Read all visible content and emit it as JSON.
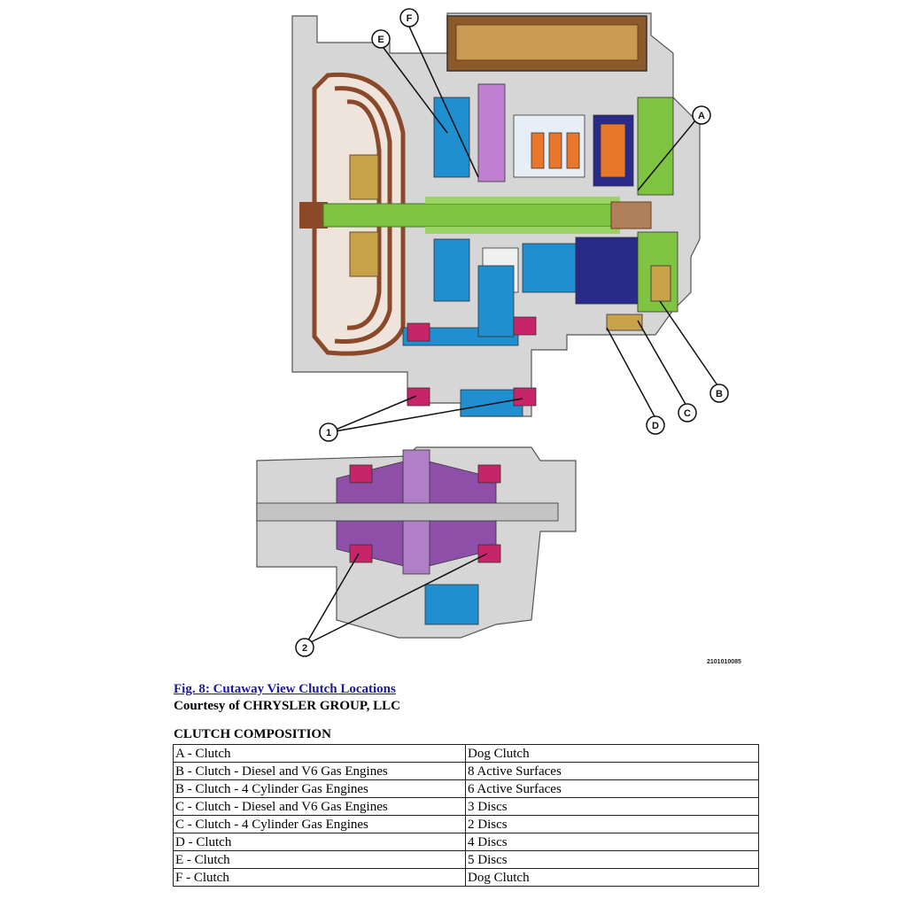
{
  "figure": {
    "link_text": "Fig. 8: Cutaway View Clutch Locations",
    "courtesy": "Courtesy of CHRYSLER GROUP, LLC",
    "code": "2101010085",
    "callouts": [
      "A",
      "B",
      "C",
      "D",
      "E",
      "F",
      "1",
      "2"
    ]
  },
  "table": {
    "title": "CLUTCH COMPOSITION",
    "rows": [
      [
        "A - Clutch",
        "Dog Clutch"
      ],
      [
        "B - Clutch - Diesel and V6 Gas Engines",
        "8 Active Surfaces"
      ],
      [
        "B - Clutch - 4 Cylinder Gas Engines",
        "6 Active Surfaces"
      ],
      [
        "C - Clutch - Diesel and V6 Gas Engines",
        "3 Discs"
      ],
      [
        "C - Clutch - 4 Cylinder Gas Engines",
        "2 Discs"
      ],
      [
        "D - Clutch",
        "4 Discs"
      ],
      [
        "E - Clutch",
        "5 Discs"
      ],
      [
        "F - Clutch",
        "Dog Clutch"
      ]
    ]
  },
  "colors": {
    "housing": "#d2d2d2",
    "torque_converter": "#8a4a2a",
    "shaft": "#7fc441",
    "blue": "#1f8fd0",
    "purple": "#8e4fa8",
    "magenta": "#c8246a",
    "orange": "#e8772b",
    "gold": "#c8a24a",
    "pan": "#8a5a2a",
    "link": "#1a1a9c"
  }
}
